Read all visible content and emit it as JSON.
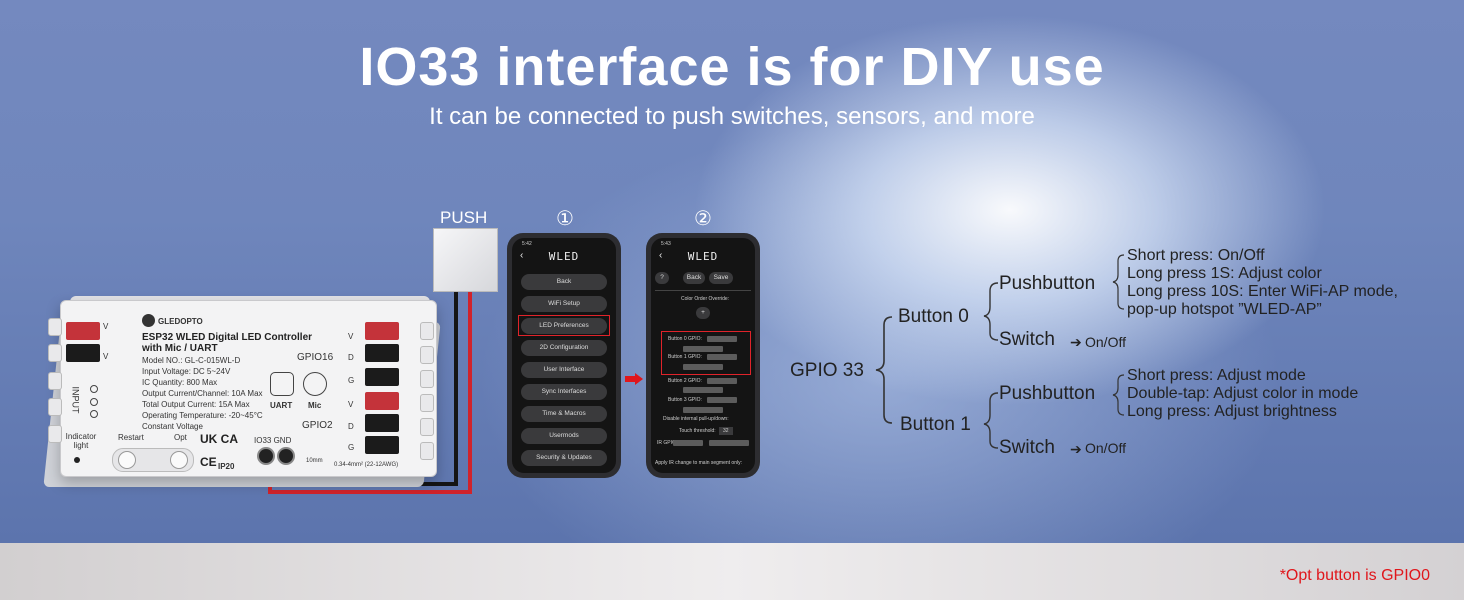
{
  "header": {
    "title": "IO33 interface is for DIY use",
    "subtitle": "It can be connected to push switches, sensors, and more"
  },
  "controller": {
    "brand": "GLEDOPTO",
    "name_line1": "ESP32 WLED Digital LED Controller",
    "name_line2": "with Mic / UART",
    "specs": [
      "Model NO.: GL-C-015WL-D",
      "Input Voltage: DC 5~24V",
      "IC Quantity: 800 Max",
      "Output Current/Channel: 10A Max",
      "Total Output Current: 15A Max",
      "Operating Temperature: -20~45°C",
      "Constant Voltage"
    ],
    "uart_label": "UART",
    "mic_label": "Mic",
    "gpio16_label": "GPIO16",
    "gpio2_label": "GPIO2",
    "input_label": "INPUT",
    "indicator_label": "Indicator light",
    "restart_label": "Restart",
    "opt_label": "Opt",
    "io33_label": "IO33 GND",
    "ip_label": "IP20",
    "wire_spec": "0.34-4mm² (22-12AWG)",
    "strip_len": "10mm",
    "cert_ukca": "UK CA",
    "cert_ce": "CE",
    "pin_labels": [
      "V",
      "D",
      "G",
      "V",
      "D",
      "G"
    ],
    "input_pins": [
      "V",
      "V"
    ]
  },
  "push_label": "PUSH",
  "steps": [
    "①",
    "②"
  ],
  "phone1": {
    "time": "5:42",
    "logo": "WLED",
    "menu": [
      "Back",
      "WiFi Setup",
      "LED Preferences",
      "2D Configuration",
      "User Interface",
      "Sync Interfaces",
      "Time & Macros",
      "Usermods",
      "Security & Updates"
    ],
    "highlighted": "LED Preferences"
  },
  "phone2": {
    "time": "5:43",
    "logo": "WLED",
    "help": "?",
    "back": "Back",
    "save": "Save",
    "color_override": "Color Order Override:",
    "plus": "+",
    "buttons": [
      "Button 0 GPIO:",
      "Button 1 GPIO:",
      "Button 2 GPIO:",
      "Button 3 GPIO:"
    ],
    "disable_pullup": "Disable internal pull-up/down:",
    "touch_threshold_label": "Touch threshold:",
    "touch_threshold_value": "32",
    "ir_gpio": "IR GPIO:",
    "apply_ir": "Apply IR change to main segment only:"
  },
  "diagram": {
    "root": "GPIO 33",
    "button0": {
      "label": "Button 0",
      "pushbutton": "Pushbutton",
      "push_options": [
        "Short press: On/Off",
        "Long press 1S: Adjust color",
        "Long press 10S: Enter WiFi-AP mode,",
        "pop-up hotspot ”WLED-AP”"
      ],
      "switch": "Switch",
      "switch_result": "On/Off"
    },
    "button1": {
      "label": "Button 1",
      "pushbutton": "Pushbutton",
      "push_options": [
        "Short press: Adjust mode",
        "Double-tap: Adjust color in mode",
        "Long press: Adjust brightness"
      ],
      "switch": "Switch",
      "switch_result": "On/Off"
    }
  },
  "footnote": "*Opt button is GPIO0",
  "colors": {
    "accent_red": "#e0161b",
    "background_blue": "#6f86bc",
    "footer_gray": "#e6e4e5"
  }
}
